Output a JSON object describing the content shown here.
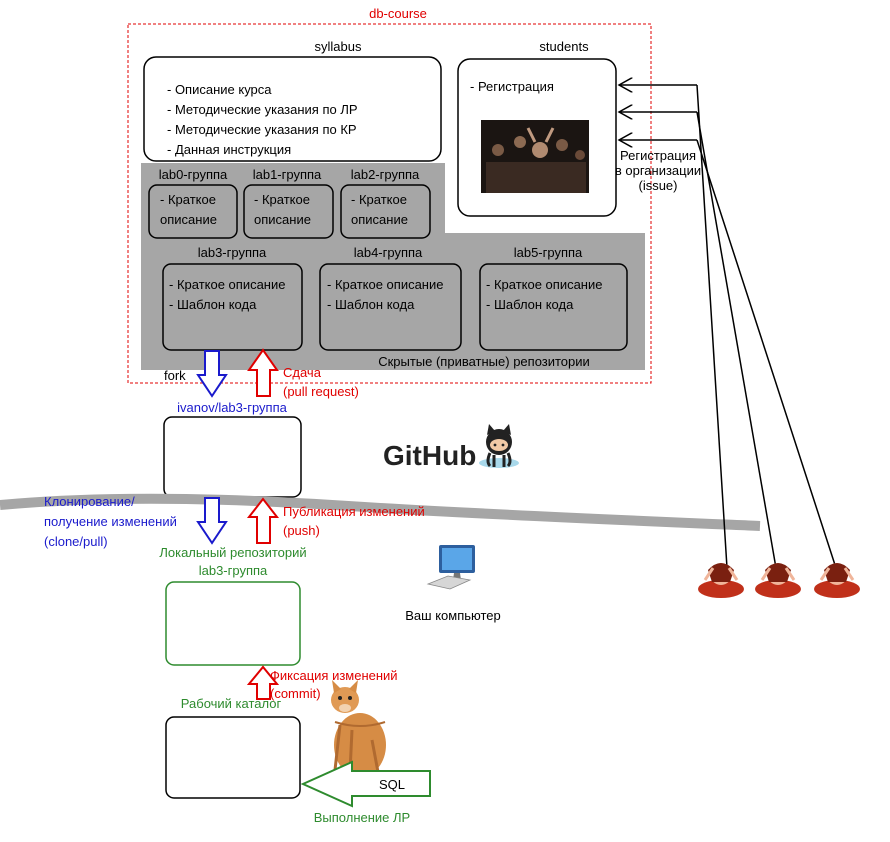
{
  "org": {
    "label": "db-course"
  },
  "syllabus": {
    "title": "syllabus",
    "items": [
      "- Описание курса",
      "- Методические указания по ЛР",
      "- Методические указания по КР",
      "- Данная инструкция"
    ]
  },
  "students": {
    "title": "students",
    "item": "- Регистрация",
    "note_lines": [
      "Регистрация",
      "в организации",
      "(issue)"
    ]
  },
  "labs_top": [
    {
      "title": "lab0-группа",
      "lines": [
        "- Краткое",
        "описание"
      ]
    },
    {
      "title": "lab1-группа",
      "lines": [
        "- Краткое",
        "описание"
      ]
    },
    {
      "title": "lab2-группа",
      "lines": [
        "- Краткое",
        "описание"
      ]
    }
  ],
  "labs_bottom": [
    {
      "title": "lab3-группа",
      "lines": [
        "- Краткое описание",
        "- Шаблон кода"
      ]
    },
    {
      "title": "lab4-группа",
      "lines": [
        "- Краткое описание",
        "- Шаблон кода"
      ]
    },
    {
      "title": "lab5-группа",
      "lines": [
        "- Краткое описание",
        "- Шаблон кода"
      ]
    }
  ],
  "private_repos_label": "Скрытые (приватные) репозитории",
  "fork": {
    "label": "fork",
    "repo": "ivanov/lab3-группа",
    "submit_lines": [
      "Сдача",
      "(pull request)"
    ]
  },
  "github": {
    "logo_text": "GitHub"
  },
  "clone": {
    "lines": [
      "Клонирование/",
      "получение изменений",
      "(clone/pull)"
    ]
  },
  "push": {
    "lines": [
      "Публикация изменений",
      "(push)"
    ]
  },
  "local": {
    "lines": [
      "Локальный репозиторий",
      "lab3-группа"
    ]
  },
  "computer": {
    "label": "Ваш компьютер"
  },
  "commit": {
    "lines": [
      "Фиксация изменений",
      "(commit)"
    ]
  },
  "workdir": {
    "label": "Рабочий каталог"
  },
  "sql": {
    "label": "SQL"
  },
  "execute": {
    "label": "Выполнение ЛР"
  },
  "colors": {
    "org_border": "#e00000",
    "private_bg": "#a6a6a6",
    "blue_arrow": "#1a1acc",
    "red_arrow": "#e00000",
    "green": "#2e8b2e"
  }
}
